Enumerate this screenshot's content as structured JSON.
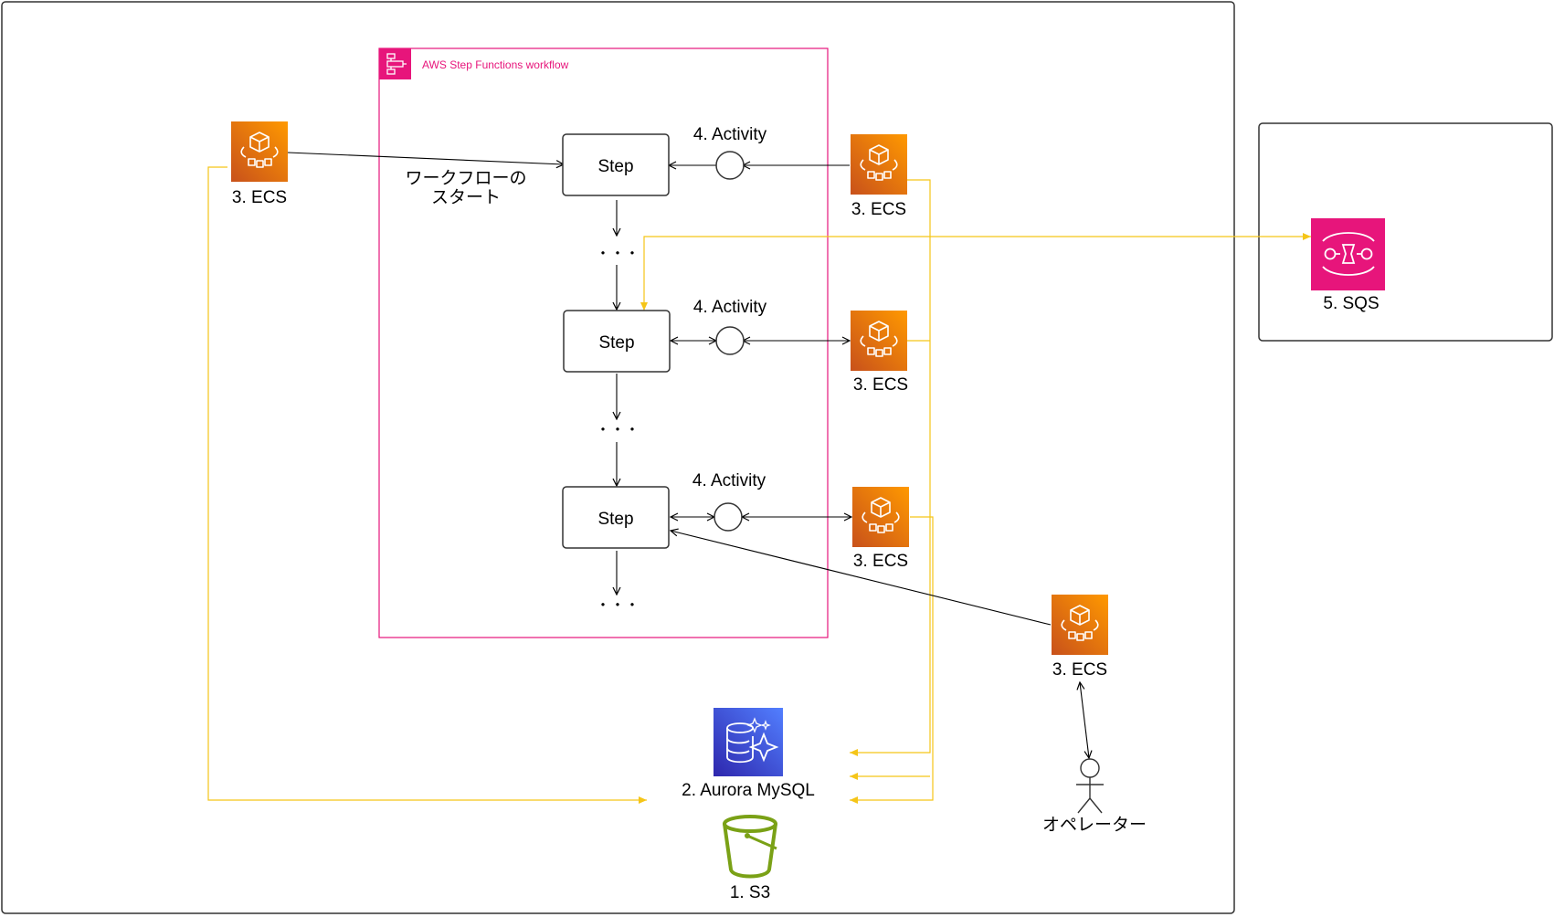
{
  "workflow": {
    "title": "AWS Step Functions workflow"
  },
  "steps": [
    {
      "label": "Step"
    },
    {
      "label": "Step"
    },
    {
      "label": "Step"
    }
  ],
  "activities": [
    {
      "label": "4. Activity"
    },
    {
      "label": "4. Activity"
    },
    {
      "label": "4. Activity"
    }
  ],
  "continuation": "・・・",
  "start_label": {
    "line1": "ワークフローの",
    "line2": "スタート"
  },
  "ecs": {
    "starter": "3. ECS",
    "worker1": "3. ECS",
    "worker2": "3. ECS",
    "worker3": "3. ECS",
    "operator_app": "3. ECS"
  },
  "sqs": {
    "label": "5. SQS"
  },
  "aurora": {
    "label": "2. Aurora MySQL"
  },
  "s3": {
    "label": "1. S3"
  },
  "operator": {
    "label": "オペレーター"
  },
  "colors": {
    "stepfunctions": "#E7157B",
    "ecs_start": "#C8511B",
    "ecs_end": "#FF9900",
    "aurora_start": "#2E27AD",
    "aurora_end": "#527FFF",
    "s3": "#7AA116",
    "sqs": "#E7157B",
    "yellow_line": "#F5C518"
  }
}
